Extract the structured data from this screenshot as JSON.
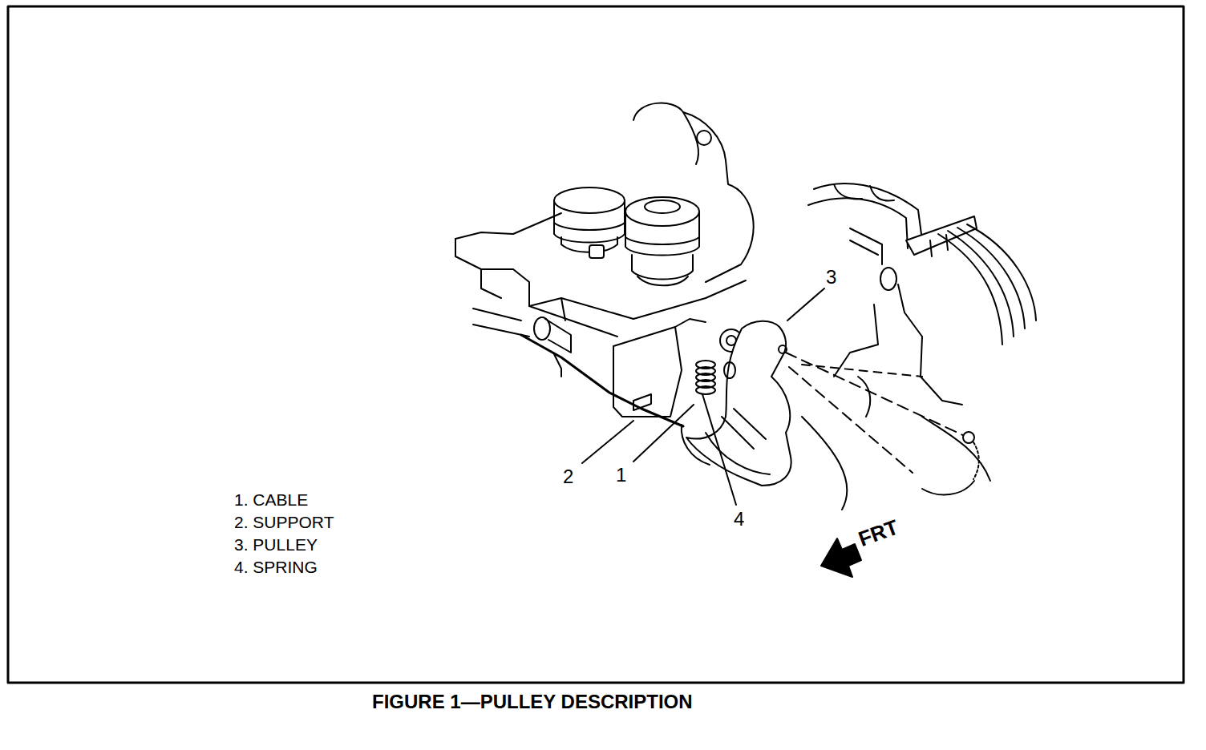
{
  "diagram": {
    "caption": "FIGURE 1—PULLEY DESCRIPTION",
    "labels": [
      "3",
      "2",
      "1",
      "4",
      "1. CABLE",
      "2. SUPPORT",
      "3. PULLEY",
      "4. SPRING",
      "FRT"
    ]
  }
}
